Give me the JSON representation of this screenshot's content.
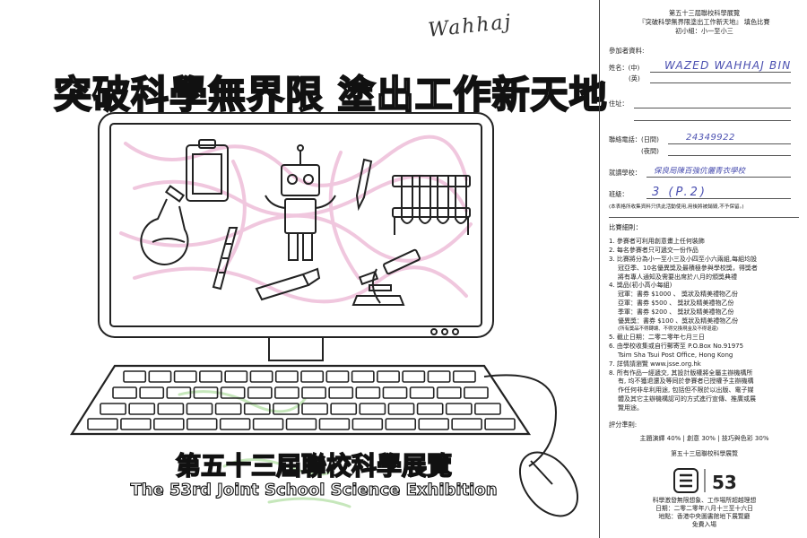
{
  "poster": {
    "signature": "Wahhaj",
    "title": "突破科學無界限 塗出工作新天地",
    "footer_zh": "第五十三屆聯校科學展覽",
    "footer_en": "The 53rd Joint School Science Exhibition"
  },
  "form": {
    "header": {
      "line1": "第五十三屆聯校科學展覽",
      "line2": "『突破科學無界限塗出工作新天地』 填色比賽",
      "line3": "初小組：小一至小三"
    },
    "participant_label": "參加者資料:",
    "name_label_zh": "姓名：(中)",
    "name_label_en": "(英)",
    "name_value": "WAZED WAHHAJ BIN",
    "address_label": "住址：",
    "phone_label_day": "聯絡電話：(日間)",
    "phone_label_night": "(夜間)",
    "phone_value": "24349922",
    "school_label": "就讀學校：",
    "school_value": "保良局陳百強伉儷青衣學校",
    "class_label": "班級：",
    "class_value": "3 (P.2)",
    "privacy_note": "(本表格所收集資料只供此活動使用,用後將被銷毀,不予保留。)",
    "rules_title": "比賽細則：",
    "rules": [
      "1. 參賽者可利用創意畫上任何裝飾",
      "2. 每名參賽者只可遞交一份作品",
      "3. 比賽將分為小一至小三及小四至小六兩組,每組均設",
      "冠亞季、10名優異獎及最積極參與學校獎，得獎者",
      "將有專人通知及需要出席於八月的頒獎典禮",
      "4. 獎品(初小高小每組)",
      "冠軍：書券 $1000 、 獎狀及精美禮物乙份",
      "亞軍：書券 $500 、 獎狀及精美禮物乙份",
      "季軍：書券 $200 、 獎狀及精美禮物乙份",
      "優異獎：書券 $100 、獎狀及精美禮物乙份",
      "(所有獎品不得轉讓、不得兌換現金及不得退還)",
      "5. 截止日期：二零二零年七月三日",
      "6. 由學校收集或自行郵寄至 P.O.Box No.91975",
      "Tsim Sha Tsui Post Office, Hong Kong",
      "7. 詳情請瀏覽 www.jsse.org.hk",
      "8. 所有作品一經遞交, 其設計版權將全屬主辦機構所",
      "有, 均不獲退還及等同於參賽者已授權予主辦機構",
      "作任何非牟利用途, 包括但不限於以出版、電子媒",
      "體及其它主辦機構認可的方式進行宣傳、推廣或展",
      "覽用途。"
    ],
    "scoring_title": "評分準則:",
    "scoring": "主題演繹 40% | 創意 30% | 技巧與色彩 30%",
    "footer": {
      "exhibition": "第五十三屆聯校科學展覽",
      "logo_text": "53",
      "theme": "科學激發無限想象、工作場所超越理想",
      "date": "日期：二零二零年八月十三至十六日",
      "venue": "地點：香港中央圖書館地下展覽廳",
      "admission": "免費入場"
    }
  }
}
